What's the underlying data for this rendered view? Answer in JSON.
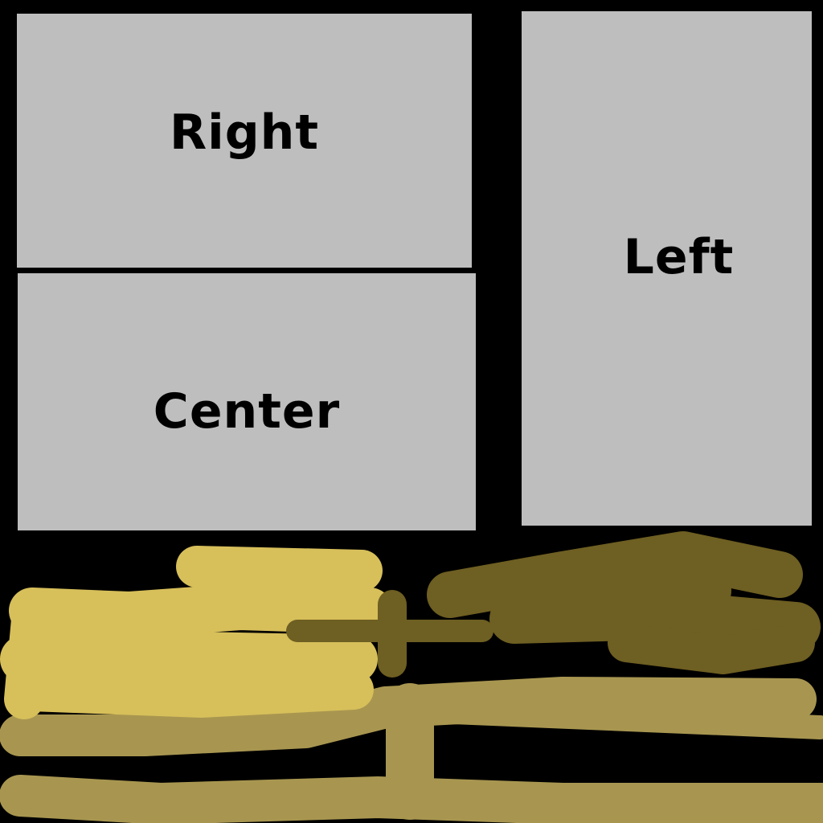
{
  "panels": {
    "right": {
      "label": "Right"
    },
    "center": {
      "label": "Center"
    },
    "left": {
      "label": "Left"
    }
  },
  "colors": {
    "background": "#000000",
    "panel_fill": "#bebebe",
    "label_text": "#000000",
    "stroke_yellow": "#d7bf5a",
    "stroke_olive_dark": "#6e5f22",
    "stroke_olive_light": "#a89650"
  }
}
